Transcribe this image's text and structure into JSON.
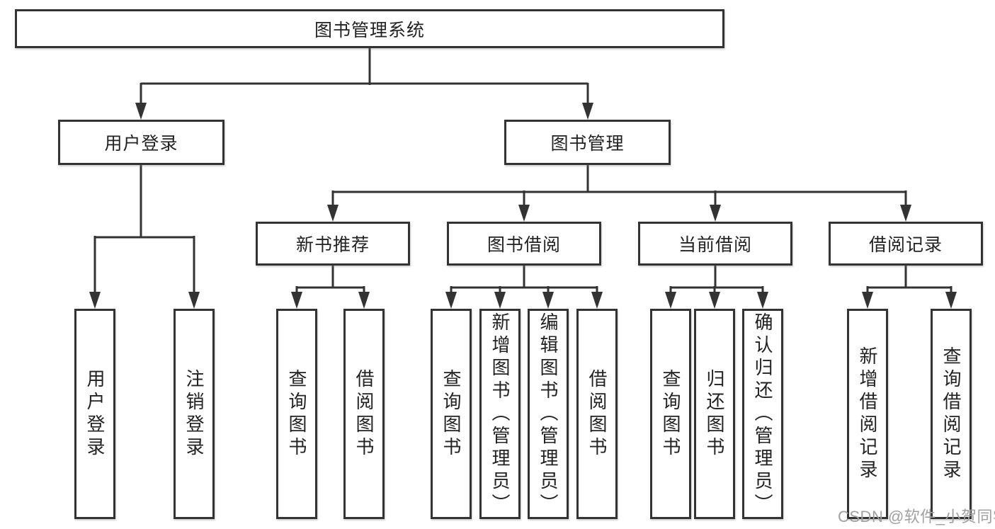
{
  "diagram": {
    "type": "hierarchy-tree",
    "title": "图书管理系统",
    "root": {
      "label": "图书管理系统",
      "children": [
        {
          "label": "用户登录",
          "children": [
            {
              "label": "用户登录"
            },
            {
              "label": "注销登录"
            }
          ]
        },
        {
          "label": "图书管理",
          "children": [
            {
              "label": "新书推荐",
              "children": [
                {
                  "label": "查询图书"
                },
                {
                  "label": "借阅图书"
                }
              ]
            },
            {
              "label": "图书借阅",
              "children": [
                {
                  "label": "查询图书"
                },
                {
                  "label": "新增图书（管理员）"
                },
                {
                  "label": "编辑图书（管理员）"
                },
                {
                  "label": "借阅图书"
                }
              ]
            },
            {
              "label": "当前借阅",
              "children": [
                {
                  "label": "查询图书"
                },
                {
                  "label": "归还图书"
                },
                {
                  "label": "确认归还（管理员）"
                }
              ]
            },
            {
              "label": "借阅记录",
              "children": [
                {
                  "label": "新增借阅记录"
                },
                {
                  "label": "查询借阅记录"
                }
              ]
            }
          ]
        }
      ]
    }
  },
  "watermark": {
    "text": "CSDN @软件_小贺同学"
  },
  "colors": {
    "line": "#333333",
    "text": "#222222",
    "background": "#ffffff",
    "watermark": "#a0a0a0"
  }
}
